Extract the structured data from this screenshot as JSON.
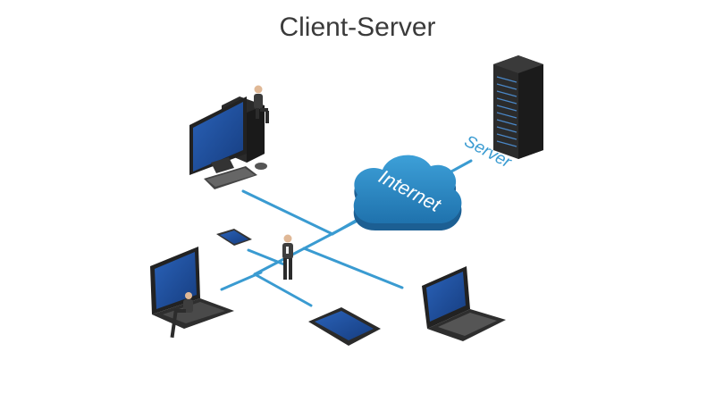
{
  "diagram": {
    "title": "Client-Server",
    "cloud_label": "Internet",
    "server_label": "Server",
    "colors": {
      "link": "#3a9bd1",
      "cloud": "#2f8cc6",
      "server_label": "#3a9bd1",
      "screen": "#1d4f9c"
    },
    "nodes": [
      {
        "id": "desktop",
        "icon": "desktop-computer-icon"
      },
      {
        "id": "phone",
        "icon": "smartphone-icon"
      },
      {
        "id": "person-center",
        "icon": "person-icon"
      },
      {
        "id": "laptop-left",
        "icon": "laptop-icon"
      },
      {
        "id": "tablet",
        "icon": "tablet-icon"
      },
      {
        "id": "laptop-right",
        "icon": "laptop-icon"
      },
      {
        "id": "internet",
        "icon": "cloud-icon"
      },
      {
        "id": "server",
        "icon": "server-rack-icon"
      }
    ]
  }
}
